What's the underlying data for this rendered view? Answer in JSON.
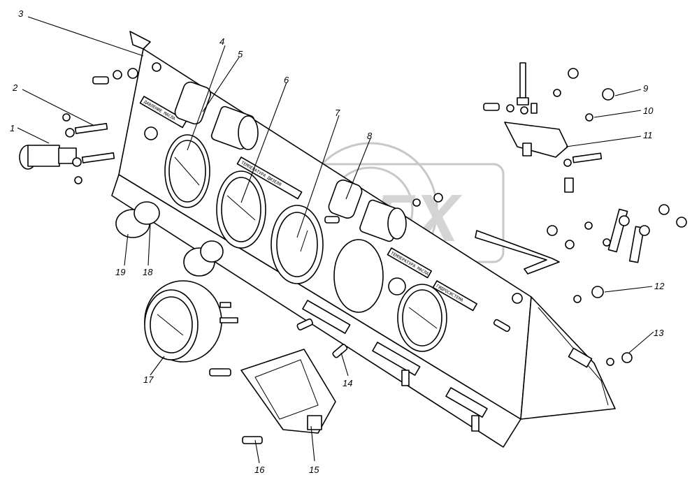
{
  "callouts": [
    {
      "id": "1",
      "label": "1"
    },
    {
      "id": "2",
      "label": "2"
    },
    {
      "id": "3",
      "label": "3"
    },
    {
      "id": "4",
      "label": "4"
    },
    {
      "id": "5",
      "label": "5"
    },
    {
      "id": "6",
      "label": "6"
    },
    {
      "id": "7",
      "label": "7"
    },
    {
      "id": "8",
      "label": "8"
    },
    {
      "id": "9",
      "label": "9"
    },
    {
      "id": "10",
      "label": "10"
    },
    {
      "id": "11",
      "label": "11"
    },
    {
      "id": "12",
      "label": "12"
    },
    {
      "id": "13",
      "label": "13"
    },
    {
      "id": "14",
      "label": "14"
    },
    {
      "id": "15",
      "label": "15"
    },
    {
      "id": "16",
      "label": "16"
    },
    {
      "id": "17",
      "label": "17"
    },
    {
      "id": "18",
      "label": "18"
    },
    {
      "id": "19",
      "label": "19"
    }
  ],
  "plates": [
    "ДАВЛЕНИЕ МАСЛА",
    "ТЕМПЕРАТУРА ДИЗЕЛЯ",
    "ТЕМПЕРАТУРА МАСЛА",
    "ГИДРОСИСТЕМА"
  ],
  "watermark": {
    "text": "GPFX"
  },
  "colors": {
    "line": "#000000",
    "background": "#ffffff",
    "watermark": "#cfcfcf"
  }
}
